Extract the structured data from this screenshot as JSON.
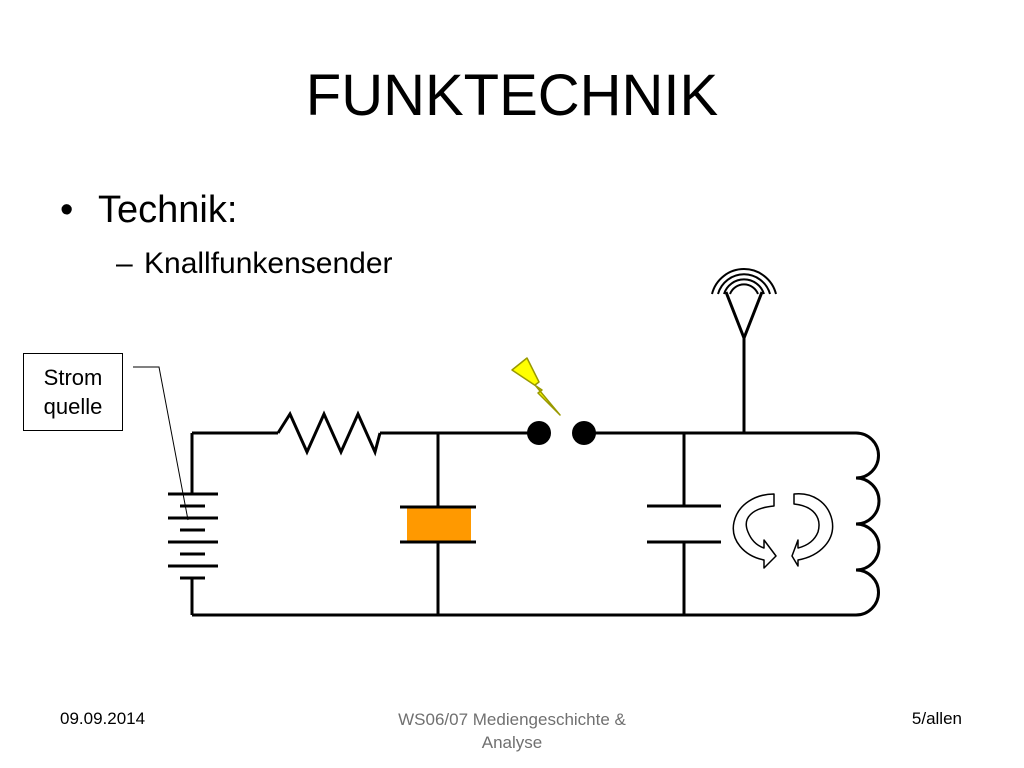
{
  "slide": {
    "title": "FUNKTECHNIK",
    "bullets": [
      {
        "level": 1,
        "marker": "•",
        "text": "Technik:"
      },
      {
        "level": 2,
        "marker": "–",
        "text": "Knallfunkensender"
      }
    ]
  },
  "diagram": {
    "label_box": {
      "line1": "Strom",
      "line2": "quelle"
    },
    "colors": {
      "wire": "#000000",
      "crystal_fill": "#ff9900",
      "spark_fill": "#ffff00",
      "spark_outline": "#999900"
    },
    "icons": [
      "antenna-icon",
      "lightning-bolt-icon",
      "circular-arrows-icon"
    ]
  },
  "footer": {
    "date": "09.09.2014",
    "course_line1": "WS06/07 Mediengeschichte &",
    "course_line2": "Analyse",
    "page": "5/allen"
  }
}
